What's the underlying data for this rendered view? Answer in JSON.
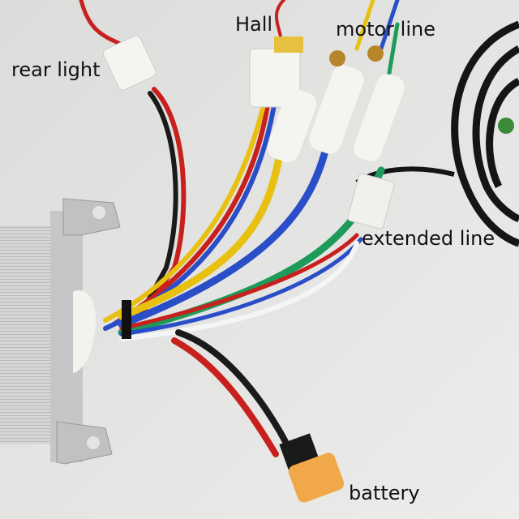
{
  "labels": {
    "rear_light": "rear light",
    "hall": "Hall",
    "motor_line": "motor line",
    "extended_line": "extended line",
    "battery": "battery"
  },
  "colors": {
    "background": "#e4e4e2",
    "red": "#c8201c",
    "black": "#1a1a1a",
    "yellow": "#e8c010",
    "blue": "#2a4ec8",
    "green": "#1e9a5a",
    "white": "#f5f5f5",
    "aluminum": "#c9cbcd",
    "connector_orange": "#f0a848"
  }
}
